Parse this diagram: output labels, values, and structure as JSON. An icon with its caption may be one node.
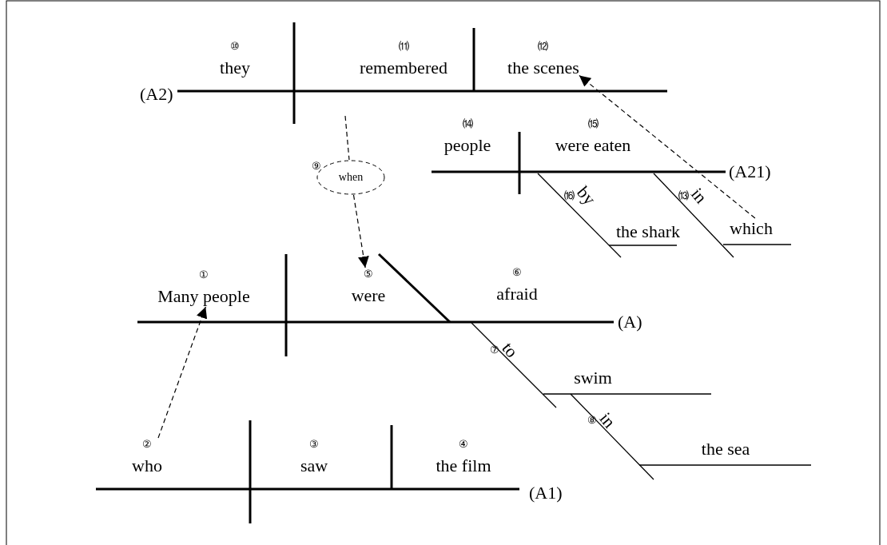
{
  "diagram": {
    "nodes": [
      {
        "text": [
          "they"
        ],
        "beside": [
          "⑩"
        ]
      },
      {
        "text": [
          "remembered"
        ],
        "beside": [
          "⑾"
        ]
      },
      {
        "text": [
          "the scenes"
        ],
        "beside": [
          "⑿"
        ]
      },
      {
        "text": [
          "people"
        ],
        "beside": [
          "⒁"
        ]
      },
      {
        "text": [
          "were eaten"
        ],
        "beside": [
          "⒂"
        ]
      },
      {
        "text": [
          "when"
        ],
        "beside": [
          "⑨"
        ]
      },
      {
        "text": [
          "by"
        ],
        "beside": [
          "⒃"
        ]
      },
      {
        "text": [
          "in"
        ],
        "beside": [
          "⒀"
        ]
      },
      {
        "text": [
          "the shark"
        ]
      },
      {
        "text": [
          "which"
        ]
      },
      {
        "text": [
          "Many people"
        ],
        "beside": [
          "①"
        ]
      },
      {
        "text": [
          "were"
        ],
        "beside": [
          "⑤"
        ]
      },
      {
        "text": [
          "afraid"
        ],
        "beside": [
          "⑥"
        ]
      },
      {
        "text": [
          "to"
        ],
        "beside": [
          "⑦"
        ]
      },
      {
        "text": [
          "swim"
        ]
      },
      {
        "text": [
          "in"
        ],
        "beside": [
          "⑧"
        ]
      },
      {
        "text": [
          "the sea"
        ]
      },
      {
        "text": [
          "who"
        ],
        "beside": [
          "②"
        ]
      },
      {
        "text": [
          "saw"
        ],
        "beside": [
          "③"
        ]
      },
      {
        "text": [
          "the film"
        ],
        "beside": [
          "④"
        ]
      }
    ],
    "edges": [
      {
        "from": null,
        "to": 5,
        "arrow": "none",
        "style": "dashed"
      },
      {
        "from": 5,
        "to": 11,
        "arrow": "to",
        "style": "dashed"
      },
      {
        "from": 9,
        "to": 2,
        "arrow": "to",
        "style": "dashed"
      },
      {
        "from": 17,
        "to": 10,
        "arrow": "to",
        "style": "dashed"
      }
    ],
    "labels": [
      "(A2)",
      "(A21)",
      "(A)",
      "(A1)"
    ]
  }
}
